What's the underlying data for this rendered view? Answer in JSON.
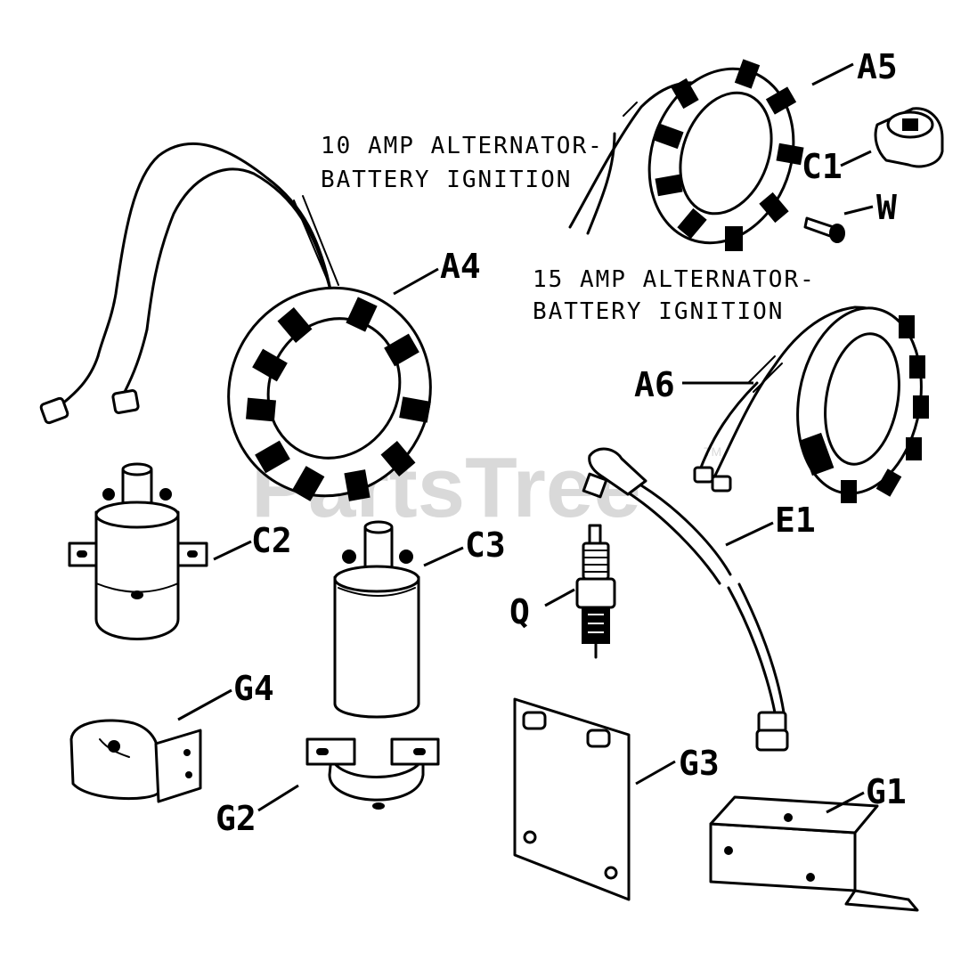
{
  "captions": {
    "amp10_line1": "10 AMP ALTERNATOR-",
    "amp10_line2": "BATTERY IGNITION",
    "amp15_line1": "15 AMP ALTERNATOR-",
    "amp15_line2": "BATTERY IGNITION"
  },
  "watermark": {
    "text": "PartsTree",
    "trademark": "TM"
  },
  "callouts": {
    "A4": "A4",
    "A5": "A5",
    "A6": "A6",
    "C1": "C1",
    "C2": "C2",
    "C3": "C3",
    "W": "W",
    "E1": "E1",
    "Q": "Q",
    "G1": "G1",
    "G2": "G2",
    "G3": "G3",
    "G4": "G4"
  }
}
